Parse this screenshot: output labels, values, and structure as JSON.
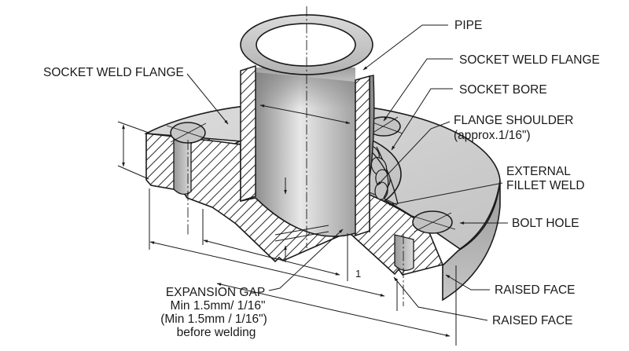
{
  "diagram_title": "Socket weld flange cutaway diagram",
  "labels": {
    "pipe": "PIPE",
    "socket_weld_flange_right": "SOCKET WELD FLANGE",
    "socket_bore": "SOCKET BORE",
    "flange_shoulder_line1": "FLANGE SHOULDER",
    "flange_shoulder_line2": "(approx.1/16\")",
    "external_fillet_weld_line1": "EXTERNAL",
    "external_fillet_weld_line2": "FILLET WELD",
    "bolt_hole": "BOLT HOLE",
    "raised_face_upper": "RAISED FACE",
    "raised_face_lower": "RAISED FACE",
    "socket_weld_flange_left": "SOCKET WELD FLANGE",
    "expansion_gap_line1": "EXPANSION GAP",
    "expansion_gap_line2": "Min 1.5mm/ 1/16\"",
    "expansion_gap_line3": "(Min 1.5mm / 1/16\")",
    "expansion_gap_line4": "before welding",
    "dim_tick": "1"
  },
  "colors": {
    "line": "#1a1a1a",
    "background": "#ffffff",
    "surface_light": "#d9d9d9",
    "surface_mid": "#b5b5b5",
    "surface_dark": "#8a8a8a"
  }
}
